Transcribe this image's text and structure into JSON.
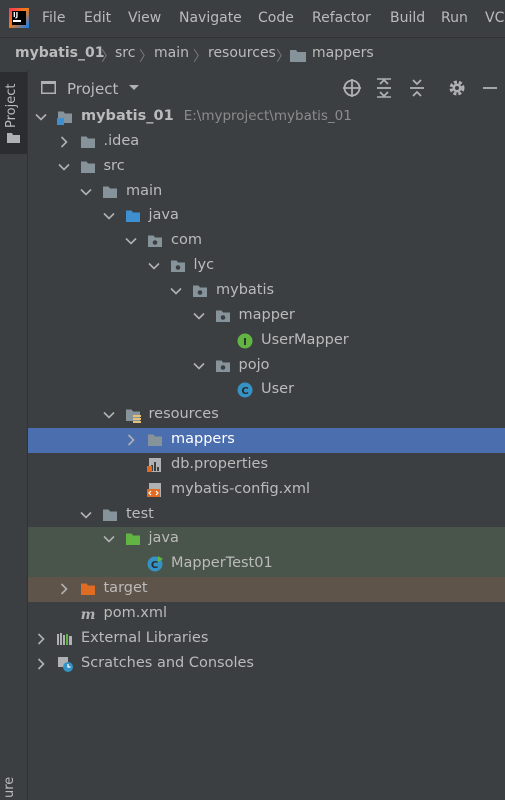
{
  "menu": [
    "File",
    "Edit",
    "View",
    "Navigate",
    "Code",
    "Refactor",
    "Build",
    "Run",
    "VCS"
  ],
  "breadcrumb": [
    "mybatis_01",
    "src",
    "main",
    "resources",
    "mappers"
  ],
  "sidebar": {
    "project_tab": "Project",
    "bottom_tab": "ure"
  },
  "panel": {
    "title": "Project"
  },
  "tree": [
    {
      "label": "mybatis_01",
      "sub": "E:\\myproject\\mybatis_01",
      "bold": true,
      "icon": "module-folder-icon",
      "expanded": true,
      "depth": 0
    },
    {
      "label": ".idea",
      "icon": "folder-icon",
      "expanded": false,
      "depth": 1
    },
    {
      "label": "src",
      "icon": "folder-icon",
      "expanded": true,
      "depth": 1
    },
    {
      "label": "main",
      "icon": "folder-icon",
      "expanded": true,
      "depth": 2
    },
    {
      "label": "java",
      "icon": "source-folder-icon",
      "expanded": true,
      "depth": 3
    },
    {
      "label": "com",
      "icon": "package-icon",
      "expanded": true,
      "depth": 4
    },
    {
      "label": "lyc",
      "icon": "package-icon",
      "expanded": true,
      "depth": 5
    },
    {
      "label": "mybatis",
      "icon": "package-icon",
      "expanded": true,
      "depth": 6
    },
    {
      "label": "mapper",
      "icon": "package-icon",
      "expanded": true,
      "depth": 7
    },
    {
      "label": "UserMapper",
      "icon": "interface-icon",
      "depth": 8
    },
    {
      "label": "pojo",
      "icon": "package-icon",
      "expanded": true,
      "depth": 7
    },
    {
      "label": "User",
      "icon": "class-icon",
      "depth": 8
    },
    {
      "label": "resources",
      "icon": "resources-folder-icon",
      "expanded": true,
      "depth": 3
    },
    {
      "label": "mappers",
      "icon": "folder-icon",
      "expanded": false,
      "depth": 4,
      "selected": true
    },
    {
      "label": "db.properties",
      "icon": "properties-file-icon",
      "depth": 4
    },
    {
      "label": "mybatis-config.xml",
      "icon": "xml-file-icon",
      "depth": 4
    },
    {
      "label": "test",
      "icon": "folder-icon",
      "expanded": true,
      "depth": 2
    },
    {
      "label": "java",
      "icon": "test-source-folder-icon",
      "expanded": true,
      "depth": 3,
      "test": true
    },
    {
      "label": "MapperTest01",
      "icon": "test-class-icon",
      "depth": 4,
      "test": true
    },
    {
      "label": "target",
      "icon": "excluded-folder-icon",
      "expanded": false,
      "depth": 1,
      "excluded": true
    },
    {
      "label": "pom.xml",
      "icon": "maven-icon",
      "depth": 1
    },
    {
      "label": "External Libraries",
      "icon": "libraries-icon",
      "expanded": false,
      "depth": 0
    },
    {
      "label": "Scratches and Consoles",
      "icon": "scratches-icon",
      "expanded": false,
      "depth": 0
    }
  ],
  "colors": {
    "background": "#3c3f41",
    "selection": "#4b6eaf",
    "test_row": "#49544a",
    "excluded_row": "#5e5449",
    "text": "#bbbbbb",
    "folder": "#87939a",
    "source_folder": "#3d8fcf",
    "test_folder": "#62b543",
    "excluded_folder": "#e06c23",
    "interface": "#62b543",
    "class": "#3592c4"
  }
}
